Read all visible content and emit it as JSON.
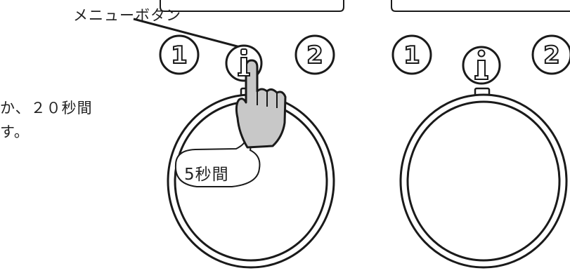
{
  "callout": {
    "menu_button_label": "メニューボタン"
  },
  "instruction": {
    "line1": "か、２０秒間",
    "line2": "す。"
  },
  "bubble": {
    "text": "5秒間"
  },
  "panel_left": {
    "button1_label": "1",
    "info_label": "i",
    "button2_label": "2"
  },
  "panel_right": {
    "button1_label": "1",
    "info_label": "i",
    "button2_label": "2"
  },
  "colors": {
    "line": "#1a1a1a",
    "hand_fill": "#c8c8c8",
    "background": "#ffffff"
  }
}
